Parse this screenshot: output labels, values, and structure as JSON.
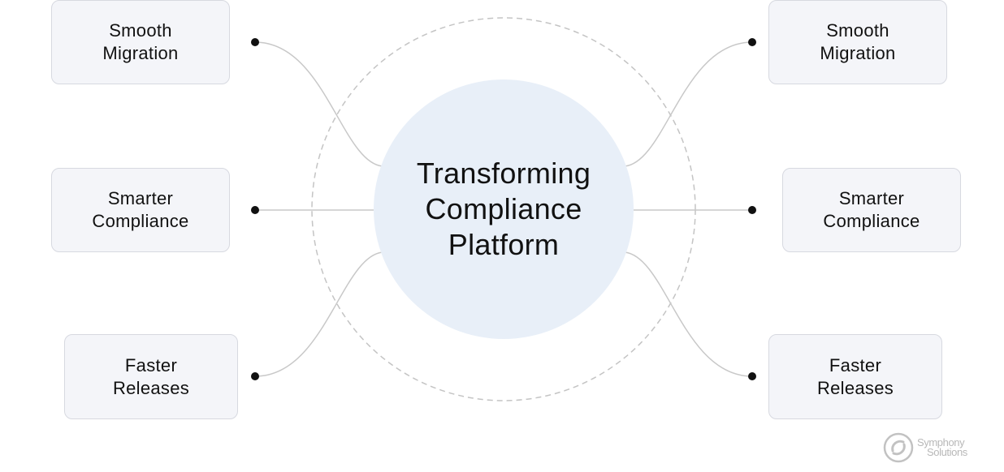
{
  "center": {
    "title_lines": [
      "Transforming",
      "Compliance",
      "Platform"
    ]
  },
  "nodes": {
    "left_top": {
      "lines": [
        "Smooth",
        "Migration"
      ]
    },
    "left_middle": {
      "lines": [
        "Smarter",
        "Compliance"
      ]
    },
    "left_bottom": {
      "lines": [
        "Faster",
        "Releases"
      ]
    },
    "right_top": {
      "lines": [
        "Smooth",
        "Migration"
      ]
    },
    "right_middle": {
      "lines": [
        "Smarter",
        "Compliance"
      ]
    },
    "right_bottom": {
      "lines": [
        "Faster",
        "Releases"
      ]
    }
  },
  "logo": {
    "icon": "symphony-swirl-icon",
    "line1": "Symphony",
    "line2": "Solutions"
  },
  "colors": {
    "hub_fill": "#e8eff8",
    "node_fill": "#f4f5f9",
    "node_border": "#d7d9e0",
    "connector": "#c8c8c8",
    "ring": "#c4c4c4",
    "dot": "#111111",
    "logo": "#b8b8b8"
  }
}
